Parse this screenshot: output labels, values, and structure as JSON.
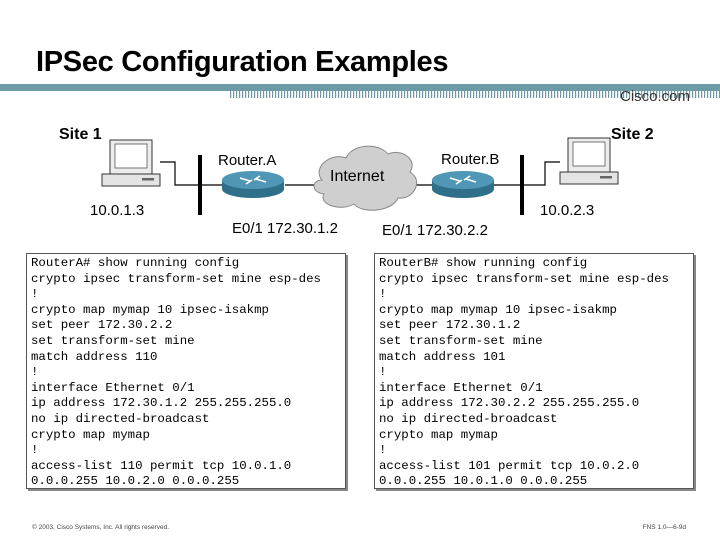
{
  "slide": {
    "title": "IPSec Configuration Examples",
    "logo": "Cisco.com",
    "footer_left": "© 2003, Cisco Systems, Inc. All rights reserved.",
    "footer_right": "FNS 1.0—6-9d"
  },
  "diagram": {
    "site1": "Site 1",
    "site2": "Site 2",
    "router_a": "Router.A",
    "router_b": "Router.B",
    "internet": "Internet",
    "host_a_ip": "10.0.1.3",
    "host_b_ip": "10.0.2.3",
    "router_a_if": "E0/1 172.30.1.2",
    "router_b_if": "E0/1 172.30.2.2"
  },
  "config_a": [
    "RouterA# show running config",
    "crypto ipsec transform-set mine esp-des",
    "!",
    "crypto map mymap 10 ipsec-isakmp",
    "set peer 172.30.2.2",
    "set transform-set mine",
    "match address 110",
    "!",
    "interface Ethernet 0/1",
    "ip address 172.30.1.2 255.255.255.0",
    "no ip directed-broadcast",
    "crypto map mymap",
    "!",
    "access-list 110 permit tcp 10.0.1.0",
    "0.0.0.255 10.0.2.0 0.0.0.255"
  ],
  "config_b": [
    "RouterB# show running config",
    "crypto ipsec transform-set mine esp-des",
    "!",
    "crypto map mymap 10 ipsec-isakmp",
    "set peer 172.30.1.2",
    "set transform-set mine",
    "match address 101",
    "!",
    "interface Ethernet 0/1",
    "ip address 172.30.2.2 255.255.255.0",
    "no ip directed-broadcast",
    "crypto map mymap",
    "!",
    "access-list 101 permit tcp 10.0.2.0",
    "0.0.0.255 10.0.1.0 0.0.0.255"
  ],
  "colors": {
    "header_bar": "#6e9aa6",
    "cloud": "#cfcfcf",
    "router": "#3d7f99"
  }
}
